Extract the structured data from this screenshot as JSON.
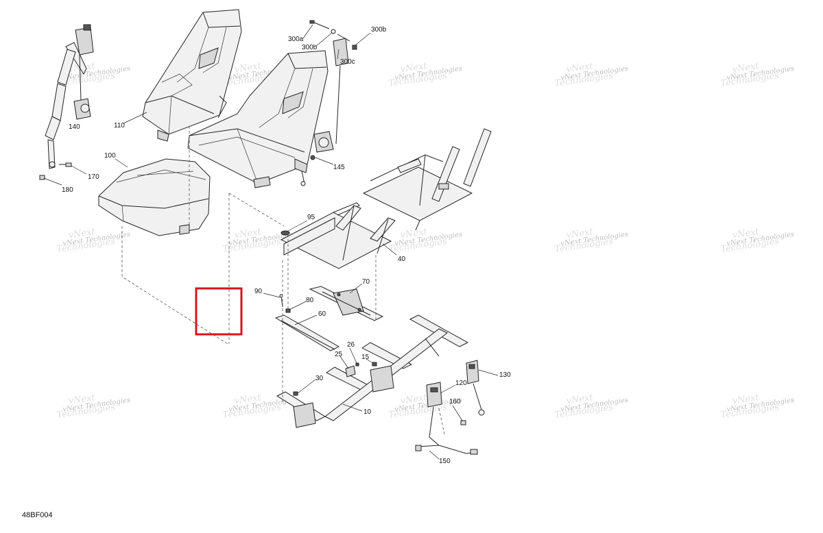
{
  "diagram_code": "48BF004",
  "watermark": {
    "line1": "vNext",
    "line2": "Technologies",
    "small": "vNext Technologies"
  },
  "labels": {
    "p300a": "300a",
    "p300b_1": "300b",
    "p300b_2": "300b",
    "p300c": "300c",
    "p140": "140",
    "p110": "110",
    "p100": "100",
    "p170": "170",
    "p180": "180",
    "p145": "145",
    "p95": "95",
    "p40": "40",
    "p90": "90",
    "p80": "80",
    "p70": "70",
    "p60": "60",
    "p26": "26",
    "p25": "25",
    "p15": "15",
    "p30": "30",
    "p10": "10",
    "p120": "120",
    "p130": "130",
    "p160": "160",
    "p150": "150"
  },
  "colors": {
    "highlight": "#d6141e",
    "line": "#222222"
  }
}
